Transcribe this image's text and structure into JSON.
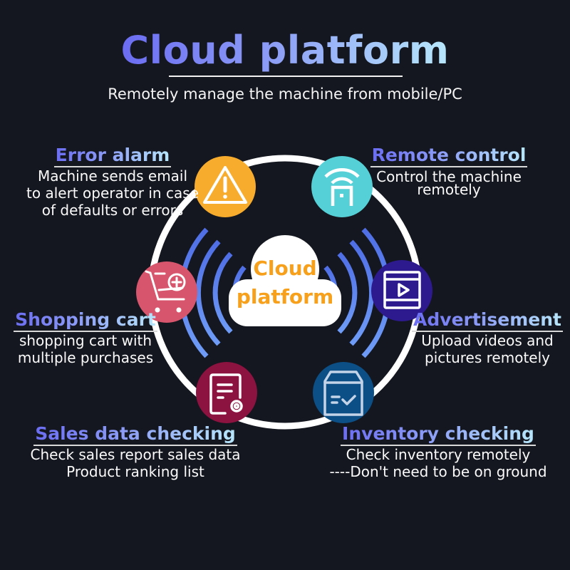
{
  "header": {
    "title": "Cloud platform",
    "subtitle": "Remotely manage the machine from mobile/PC"
  },
  "center": {
    "line1": "Cloud",
    "line2": "platform",
    "text_color": "#f7a01c"
  },
  "features": [
    {
      "id": "error-alarm",
      "title": "Error alarm",
      "lines": [
        "Machine sends email",
        "to alert operator in case",
        "of defaults or errors"
      ],
      "icon": "warning-icon",
      "color": "#f8ac2d"
    },
    {
      "id": "remote-control",
      "title": "Remote control",
      "lines": [
        "Control the machine",
        "remotely"
      ],
      "icon": "remote-signal-icon",
      "color": "#55d0d6"
    },
    {
      "id": "shopping-cart",
      "title": "Shopping cart",
      "lines": [
        "shopping cart with",
        "multiple purchases"
      ],
      "icon": "cart-add-icon",
      "color": "#d8566d"
    },
    {
      "id": "advertisement",
      "title": "Advertisement",
      "lines": [
        "Upload videos and",
        "pictures remotely"
      ],
      "icon": "video-play-icon",
      "color": "#2d1a8f"
    },
    {
      "id": "sales-data-checking",
      "title": "Sales data checking",
      "lines": [
        "Check sales report sales data",
        "Product ranking list"
      ],
      "icon": "report-settings-icon",
      "color": "#8c1240"
    },
    {
      "id": "inventory-checking",
      "title": "Inventory checking",
      "lines": [
        "Check inventory remotely",
        "----Don't need to be on ground"
      ],
      "icon": "inventory-box-icon",
      "color": "#0c4f86"
    }
  ],
  "colors": {
    "background": "#14171f",
    "ring": "#ffffff",
    "signal_arcs": "#5b84f0",
    "title_gradient_start": "#6b6cf2",
    "title_gradient_end": "#b7e7fb"
  }
}
